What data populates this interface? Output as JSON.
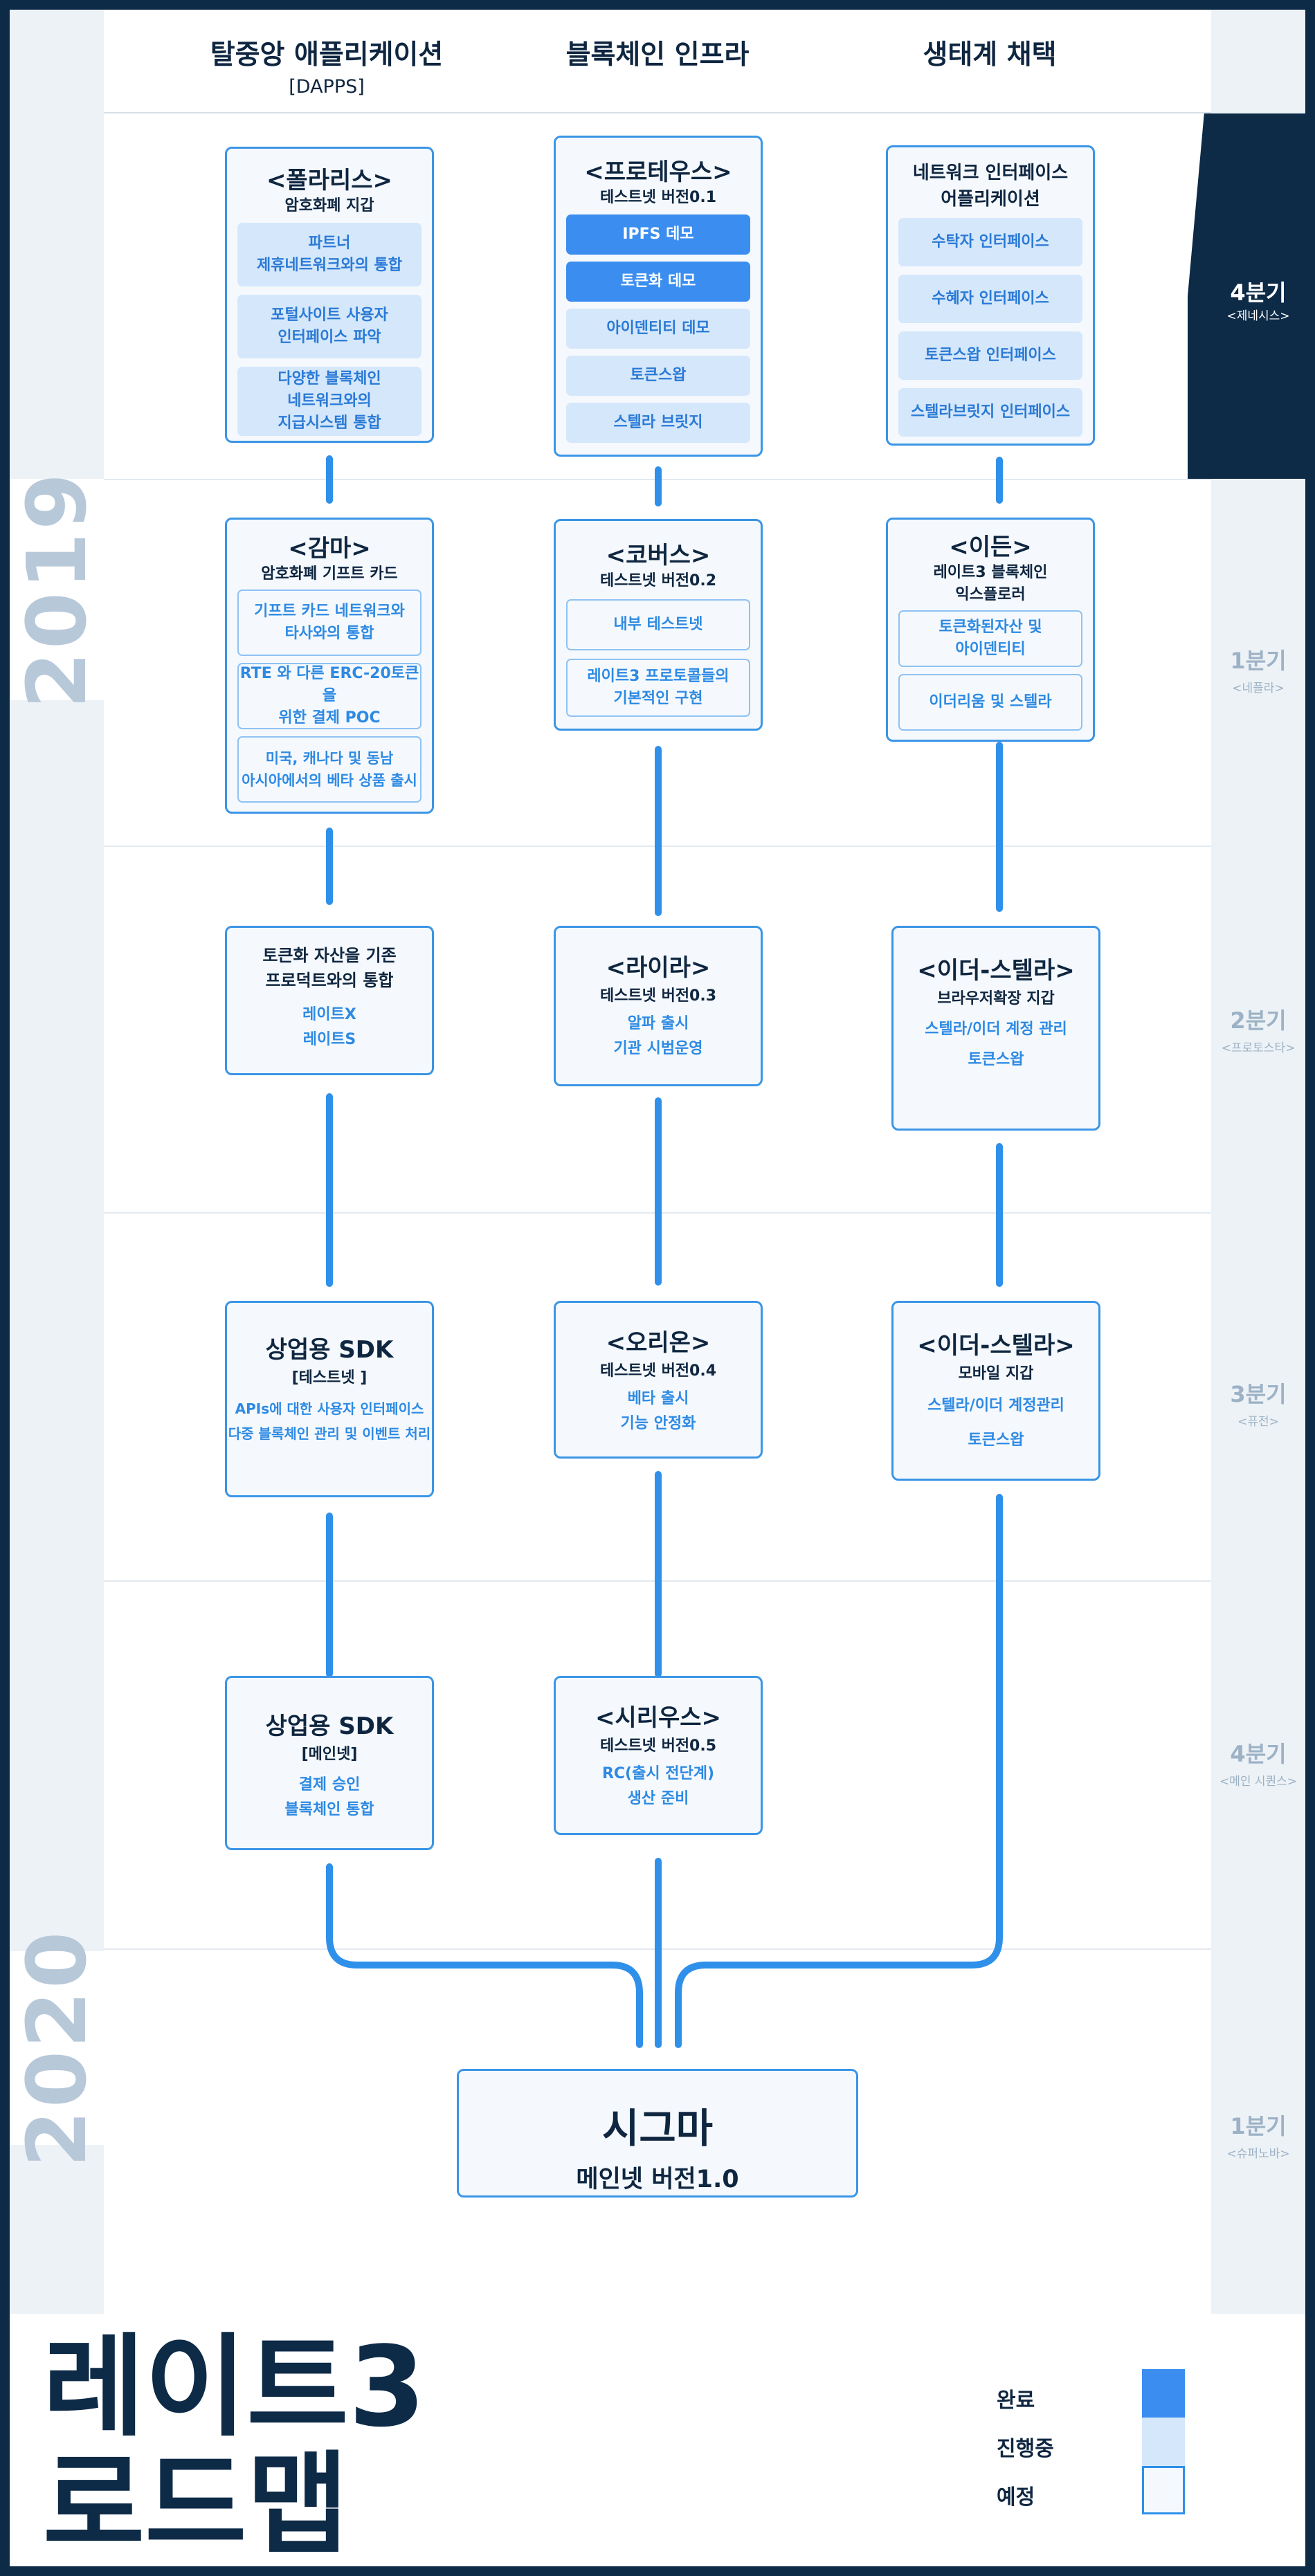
{
  "header": {
    "col1_title": "탈중앙 애플리케이션",
    "col1_sub": "[DAPPS]",
    "col2_title": "블록체인 인프라",
    "col3_title": "생태계 채택"
  },
  "years": [
    "2019",
    "2020"
  ],
  "quarters": [
    {
      "q": "4분기",
      "name": "<제네시스>"
    },
    {
      "q": "1분기",
      "name": "<네플라>"
    },
    {
      "q": "2분기",
      "name": "<프로토스타>"
    },
    {
      "q": "3분기",
      "name": "<퓨전>"
    },
    {
      "q": "4분기",
      "name": "<메인 시퀀스>"
    },
    {
      "q": "1분기",
      "name": "<슈퍼노바>"
    }
  ],
  "cards": {
    "polaris": {
      "title": "<폴라리스>",
      "subtitle": "암호화폐 지갑",
      "items": [
        "파트너\n제휴네트워크와의 통합",
        "포털사이트 사용자\n인터페이스 파악",
        "다양한 블록체인\n네트워크와의\n지급시스템 통합"
      ]
    },
    "proteus": {
      "title": "<프로테우스>",
      "subtitle": "테스트넷 버전0.1",
      "items": [
        "IPFS 데모",
        "토큰화 데모",
        "아이덴티티 데모",
        "토큰스왑",
        "스텔라 브릿지"
      ]
    },
    "netif": {
      "title": "네트워크 인터페이스\n어플리케이션",
      "items": [
        "수탁자 인터페이스",
        "수혜자 인터페이스",
        "토큰스왑 인터페이스",
        "스텔라브릿지 인터페이스"
      ]
    },
    "gamma": {
      "title": "<감마>",
      "subtitle": "암호화폐 기프트 카드",
      "items": [
        "기프트 카드 네트워크와\n타사와의 통합",
        "RTE 와 다른 ERC-20토큰을\n위한 결제 POC",
        "미국, 캐나다 및 동남\n아시아에서의 베타 상품 출시"
      ]
    },
    "corvus": {
      "title": "<코버스>",
      "subtitle": "테스트넷 버전0.2",
      "items": [
        "내부 테스트넷",
        "레이트3 프로토콜들의\n기본적인 구현"
      ]
    },
    "eden": {
      "title": "<이든>",
      "subtitle": "레이트3 블록체인\n익스플로러",
      "items": [
        "토큰화된자산 및\n아이덴티티",
        "이더리움 및 스텔라"
      ]
    },
    "tokenize": {
      "title": "토큰화 자산을 기존\n프로덕트와의 통합",
      "items": [
        "레이트X",
        "레이트S"
      ]
    },
    "lyra": {
      "title": "<라이라>",
      "subtitle": "테스트넷 버전0.3",
      "items": [
        "알파 출시",
        "기관 시범운영"
      ]
    },
    "ethstellar1": {
      "title": "<이더-스텔라>",
      "subtitle": "브라우저확장 지갑",
      "items": [
        "스텔라/이더 계정 관리",
        "토큰스왑"
      ]
    },
    "sdk1": {
      "title": "상업용 SDK",
      "subtitle": "[테스트넷 ]",
      "items": [
        "APIs에 대한 사용자 인터페이스",
        "다중 블록체인 관리 및 이벤트 처리"
      ]
    },
    "orion": {
      "title": "<오리온>",
      "subtitle": "테스트넷 버전0.4",
      "items": [
        "베타 출시",
        "기능 안정화"
      ]
    },
    "ethstellar2": {
      "title": "<이더-스텔라>",
      "subtitle": "모바일 지갑",
      "items": [
        "스텔라/이더 계정관리",
        "토큰스왑"
      ]
    },
    "sdk2": {
      "title": "상업용 SDK",
      "subtitle": "[메인넷]",
      "items": [
        "결제 승인",
        "블록체인 통합"
      ]
    },
    "sirius": {
      "title": "<시리우스>",
      "subtitle": "테스트넷 버전0.5",
      "items": [
        "RC(출시 전단계)",
        "생산 준비"
      ]
    }
  },
  "final": {
    "title": "시그마",
    "subtitle": "메인넷 버전1.0"
  },
  "footer": {
    "title_line1": "레이트3",
    "title_line2": "로드맵"
  },
  "legend": [
    {
      "label": "완료",
      "color": "#3b8ef0"
    },
    {
      "label": "진행중",
      "color": "#d5e7fb"
    },
    {
      "label": "예정",
      "color": "#f5f9fd"
    }
  ]
}
